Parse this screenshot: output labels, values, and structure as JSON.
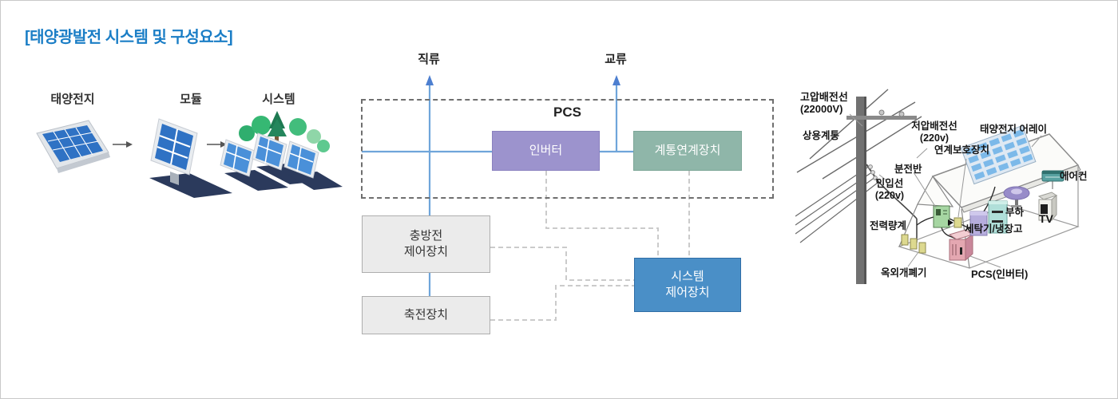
{
  "title": "[태양광발전 시스템 및 구성요소]",
  "left_flow": {
    "steps": [
      "태양전지",
      "모듈",
      "시스템"
    ]
  },
  "diagram": {
    "dc": "직류",
    "ac": "교류",
    "pcs": "PCS",
    "inverter": "인버터",
    "grid_interconnect": "계통연계장치",
    "charge_ctrl_line1": "충방전",
    "charge_ctrl_line2": "제어장치",
    "storage": "축전장치",
    "system_ctrl_line1": "시스템",
    "system_ctrl_line2": "제어장치"
  },
  "house": {
    "high_voltage_line1": "고압배전선",
    "high_voltage_line2": "(22000V)",
    "commercial_grid": "상용계통",
    "low_voltage_line1": "저압배전선",
    "low_voltage_line2": "(220v)",
    "interconnection_protection": "연계보호장치",
    "pv_array": "태양전지 어레이",
    "distribution_board": "분전반",
    "service_line1": "인입선",
    "service_line2": "(220v)",
    "aircon": "에어컨",
    "load": "부하",
    "tv": "TV",
    "washer_fridge": "세탁기/냉장고",
    "watt_hour_meter": "전력량계",
    "outdoor_switch": "옥외개폐기",
    "pcs_inverter": "PCS(인버터)"
  },
  "colors": {
    "title_blue": "#1b7ec6",
    "inverter_box": "#9c93cd",
    "grid_box": "#8fb6a9",
    "system_ctrl_box": "#4a8fc7",
    "gray_box": "#ebebeb",
    "flow_line_blue": "#6fa5da",
    "connector_dash_gray": "#cbcbcb",
    "panel_cell_blue": "#2f72c4",
    "shadow_navy": "#2b3a5c"
  }
}
